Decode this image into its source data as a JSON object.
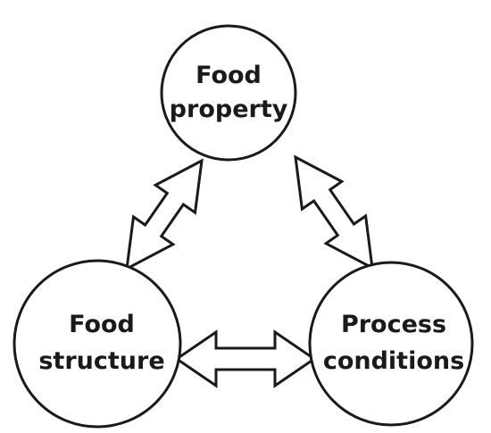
{
  "nodes": {
    "food_property": {
      "line1": "Food",
      "line2": "property"
    },
    "food_structure": {
      "line1": "Food",
      "line2": "structure"
    },
    "process_conditions": {
      "line1": "Process",
      "line2": "conditions"
    }
  },
  "colors": {
    "stroke": "#1a1a1a",
    "fill": "#ffffff"
  }
}
